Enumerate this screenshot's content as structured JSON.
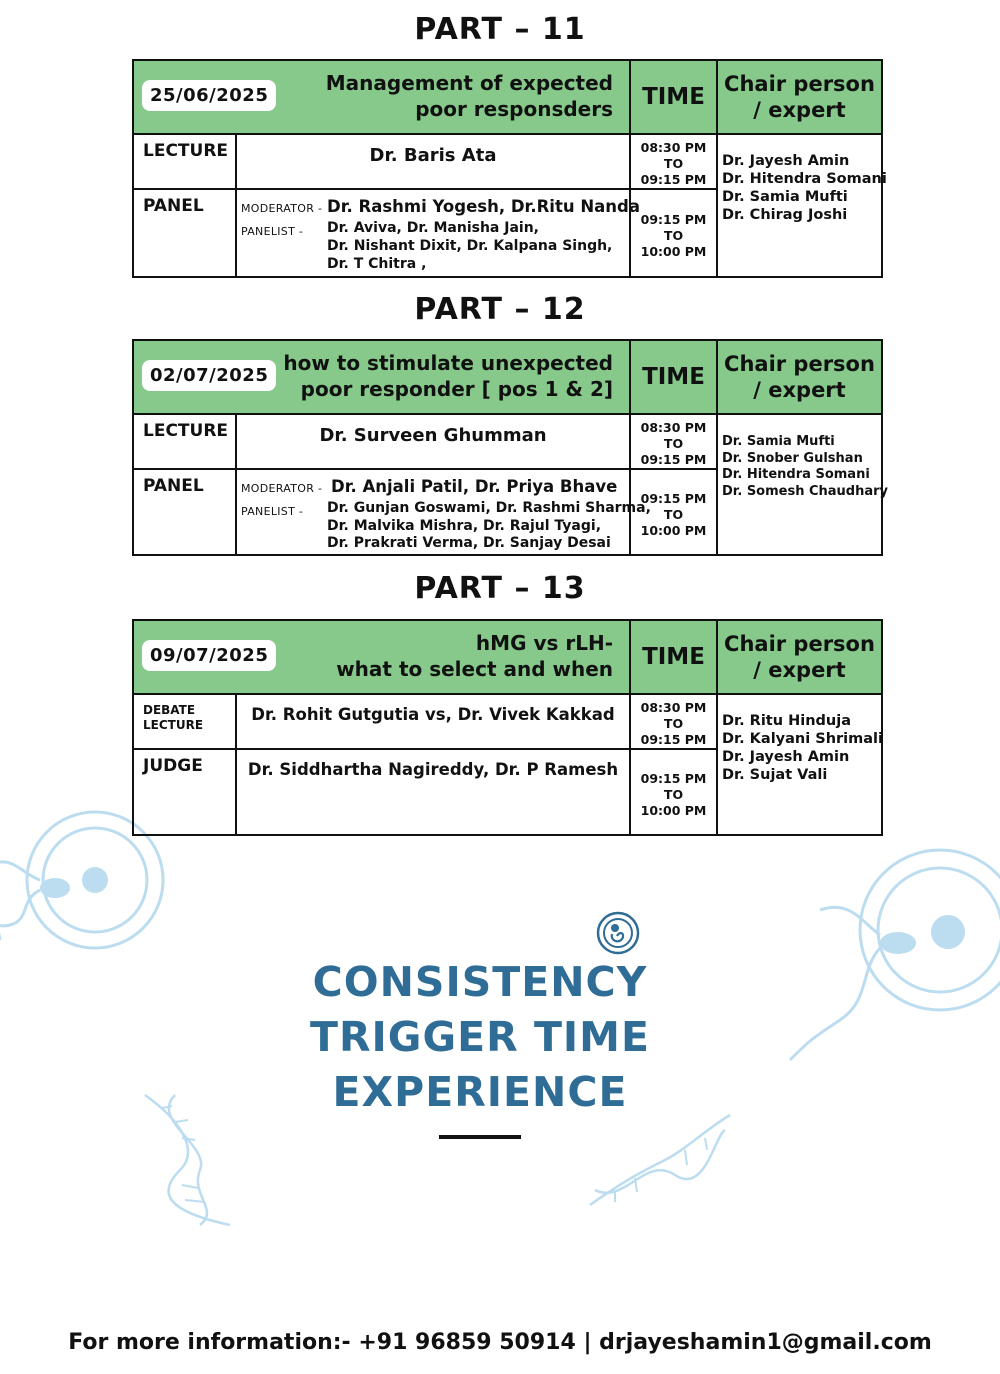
{
  "parts": [
    {
      "title": "PART – 11",
      "date": "25/06/2025",
      "topic_line1": "Management of expected",
      "topic_line2": "poor responsders",
      "time_header": "TIME",
      "chair_header_line1": "Chair person",
      "chair_header_line2": "/ expert",
      "row1_type": "LECTURE",
      "row1_speaker": "Dr. Baris Ata",
      "row1_time_line1": "08:30 PM TO",
      "row1_time_line2": "09:15 PM",
      "row2_type": "PANEL",
      "moderator_label": "MODERATOR -",
      "moderator_names": "Dr. Rashmi Yogesh, Dr.Ritu Nanda",
      "panelist_label": "PANELIST -",
      "panelist_lines": [
        "Dr. Aviva, Dr. Manisha Jain,",
        "Dr. Nishant Dixit,  Dr. Kalpana Singh,",
        "Dr. T Chitra ,"
      ],
      "row2_time_line1": "09:15 PM TO",
      "row2_time_line2": "10:00 PM",
      "chairs": [
        "Dr. Jayesh Amin",
        "Dr. Hitendra Somani",
        "Dr. Samia Mufti",
        "Dr. Chirag Joshi"
      ]
    },
    {
      "title": "PART – 12",
      "date": "02/07/2025",
      "topic_line1": "how to stimulate unexpected",
      "topic_line2": "poor responder [ pos 1 & 2]",
      "time_header": "TIME",
      "chair_header_line1": "Chair person",
      "chair_header_line2": "/ expert",
      "row1_type": "LECTURE",
      "row1_speaker": "Dr. Surveen Ghumman",
      "row1_time_line1": "08:30 PM TO",
      "row1_time_line2": "09:15 PM",
      "row2_type": "PANEL",
      "moderator_label": "MODERATOR -",
      "moderator_names": "Dr. Anjali Patil, Dr. Priya Bhave",
      "panelist_label": "PANELIST -",
      "panelist_lines": [
        "Dr. Gunjan Goswami, Dr. Rashmi Sharma,",
        "Dr. Malvika Mishra, Dr. Rajul Tyagi,",
        "Dr. Prakrati Verma, Dr. Sanjay Desai"
      ],
      "row2_time_line1": "09:15 PM TO",
      "row2_time_line2": "10:00 PM",
      "chairs": [
        "Dr. Samia Mufti",
        "Dr. Snober Gulshan",
        "Dr. Hitendra Somani",
        "Dr. Somesh Chaudhary"
      ]
    },
    {
      "title": "PART – 13",
      "date": "09/07/2025",
      "topic_line1": "hMG vs rLH-",
      "topic_line2": "what to select and when",
      "time_header": "TIME",
      "chair_header_line1": "Chair person",
      "chair_header_line2": "/ expert",
      "row1_type_line1": "DEBATE",
      "row1_type_line2": "LECTURE",
      "row1_speaker": "Dr. Rohit Gutgutia vs, Dr. Vivek Kakkad",
      "row1_time_line1": "08:30 PM TO",
      "row1_time_line2": "09:15 PM",
      "row2_type": "JUDGE",
      "row2_speaker": "Dr. Siddhartha Nagireddy, Dr. P Ramesh",
      "row2_time_line1": "09:15 PM TO",
      "row2_time_line2": "10:00 PM",
      "chairs": [
        "Dr. Ritu Hinduja",
        "Dr. Kalyani Shrimali",
        "Dr. Jayesh Amin",
        "Dr. Sujat Vali"
      ]
    }
  ],
  "tagline": [
    "CONSISTENCY",
    "TRIGGER TIME",
    "EXPERIENCE"
  ],
  "footer": "For more information:- +91 96859 50914 | drjayeshamin1@gmail.com",
  "colors": {
    "header_green": "#86c98a",
    "tagline_blue": "#2f6d96",
    "decor_blue": "#bcdcf0"
  }
}
